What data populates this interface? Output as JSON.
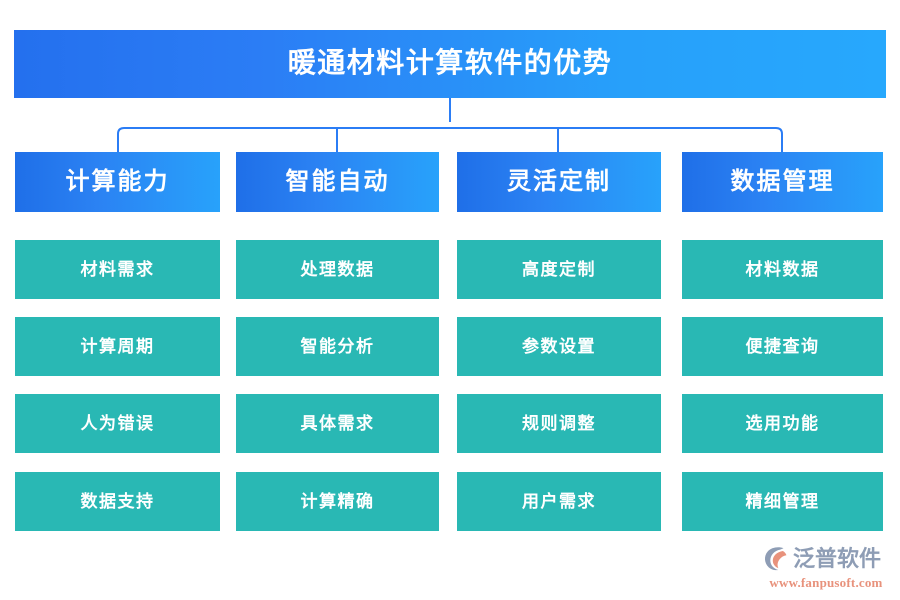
{
  "header": {
    "title": "暖通材料计算软件的优势",
    "gradient_from": "#2470ee",
    "gradient_to": "#27a8fd"
  },
  "theme": {
    "category_color_from": "#1f6fe8",
    "category_color_to": "#28a2fb",
    "item_color": "#29b8b4",
    "connector_color": "#2b7df5",
    "text_color": "#ffffff",
    "background": "#ffffff"
  },
  "columns": [
    {
      "id": "col-computation",
      "label": "计算能力",
      "items": [
        "材料需求",
        "计算周期",
        "人为错误",
        "数据支持"
      ]
    },
    {
      "id": "col-automation",
      "label": "智能自动",
      "items": [
        "处理数据",
        "智能分析",
        "具体需求",
        "计算精确"
      ]
    },
    {
      "id": "col-customization",
      "label": "灵活定制",
      "items": [
        "高度定制",
        "参数设置",
        "规则调整",
        "用户需求"
      ]
    },
    {
      "id": "col-data-management",
      "label": "数据管理",
      "items": [
        "材料数据",
        "便捷查询",
        "选用功能",
        "精细管理"
      ]
    }
  ],
  "logo": {
    "mark_icon": "fanpu-circle-leaf-icon",
    "brand": "泛普软件",
    "url": "www.fanpusoft.com",
    "brand_color": "#8e9db5",
    "url_color": "#e8927c",
    "accent_color": "#e8927c"
  }
}
